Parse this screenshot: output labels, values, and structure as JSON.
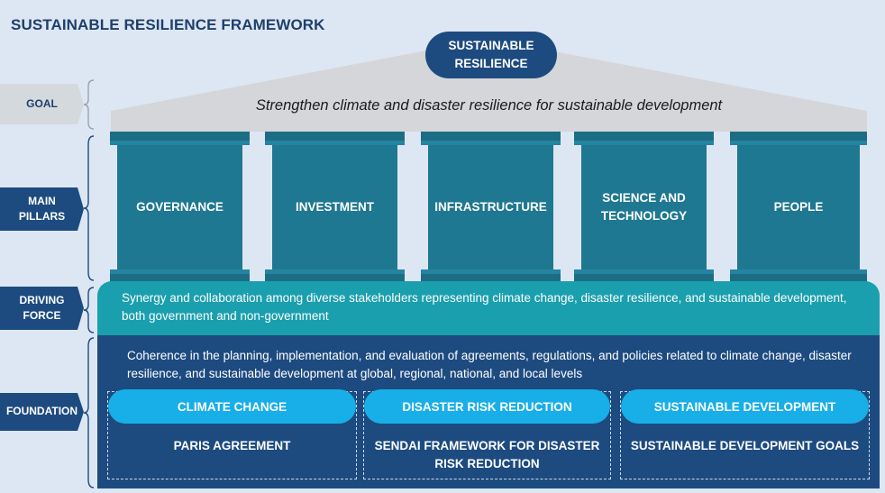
{
  "title": "SUSTAINABLE RESILIENCE FRAMEWORK",
  "badge": "SUSTAINABLE\nRESILIENCE",
  "goal_statement": "Strengthen climate and disaster resilience for sustainable development",
  "labels": {
    "goal": "GOAL",
    "pillars": "MAIN\nPILLARS",
    "driving": "DRIVING\nFORCE",
    "foundation": "FOUNDATION"
  },
  "pillars": [
    "GOVERNANCE",
    "INVESTMENT",
    "INFRASTRUCTURE",
    "SCIENCE AND\nTECHNOLOGY",
    "PEOPLE"
  ],
  "driving_force": "Synergy and collaboration among diverse stakeholders representing climate change, disaster resilience, and sustainable development, both government and non-government",
  "foundation": {
    "text": "Coherence in the planning, implementation, and evaluation of agreements, regulations, and policies related to climate change, disaster resilience, and sustainable development at global, regional, national, and local levels",
    "columns": [
      {
        "heading": "CLIMATE CHANGE",
        "detail": "PARIS AGREEMENT"
      },
      {
        "heading": "DISASTER RISK REDUCTION",
        "detail": "SENDAI FRAMEWORK FOR DISASTER\nRISK REDUCTION"
      },
      {
        "heading": "SUSTAINABLE DEVELOPMENT",
        "detail": "SUSTAINABLE DEVELOPMENT GOALS"
      }
    ]
  },
  "colors": {
    "navy": "#1d4b80",
    "teal_pillar": "#1f7891",
    "teal_band": "#1a9fae",
    "sky_pill": "#18aee8",
    "roof_gray": "#d4d6d9",
    "label_gray": "#d4d9de"
  }
}
